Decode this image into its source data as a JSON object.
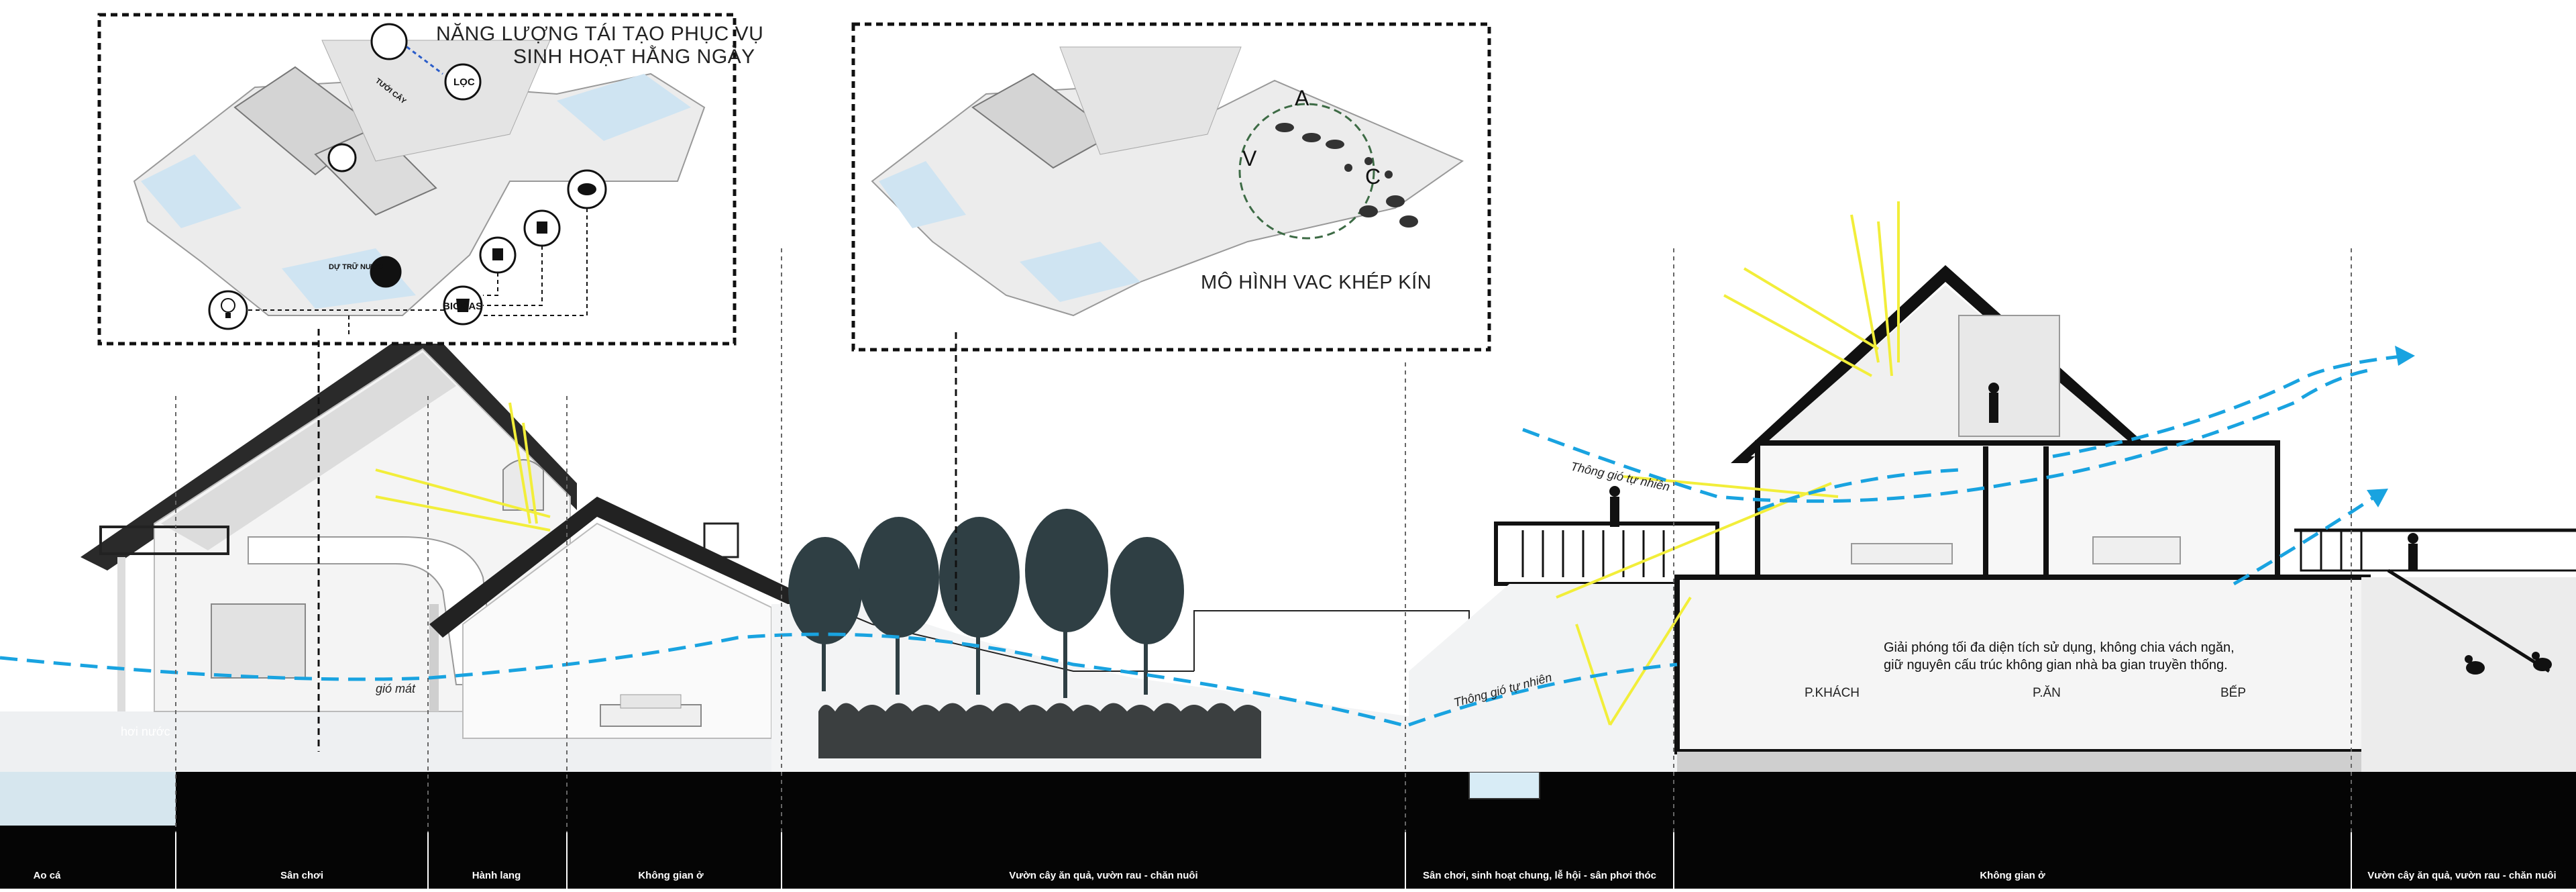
{
  "top_left_panel": {
    "title_line1": "NĂNG LƯỢNG TÁI TẠO PHỤC VỤ",
    "title_line2": "SINH HOẠT HẰNG NGÀY",
    "loc_label": "LỌC",
    "biogas_label": "BIOGAS",
    "dutru_label": "DỰ TRỮ NƯỚC",
    "tuoi_label": "TƯỚI CÂY"
  },
  "top_middle_panel": {
    "title": "MÔ HÌNH VAC KHÉP KÍN",
    "letter_a": "A",
    "letter_v": "V",
    "letter_c": "C"
  },
  "section_labels": {
    "hoi_nuoc": "hơi nước",
    "gio_mat": "gió mát",
    "thong_gio_1": "Thông gió tự nhiên",
    "thong_gio_2": "Thông gió tự nhiên",
    "p_khach": "P.KHÁCH",
    "p_an": "P.ĂN",
    "bep": "BẾP",
    "note_line1": "Giải phóng tối đa diện tích sử dụng, không chia vách ngăn,",
    "note_line2": "giữ nguyên cấu trúc không gian nhà ba gian truyền thống."
  },
  "zones": [
    "Ao cá",
    "Sân chơi",
    "Hành lang",
    "Không gian ở",
    "Vườn cây ăn quả, vườn rau - chăn nuôi",
    "Sân chơi, sinh hoạt chung, lễ hội - sân phơi thóc",
    "Không gian ở",
    "Vườn cây ăn quả, vườn rau - chăn nuôi"
  ],
  "colors": {
    "wind": "#19a3e0",
    "sun": "#f2ee3a",
    "ink": "#111111",
    "pool": "#a8d8f0"
  }
}
